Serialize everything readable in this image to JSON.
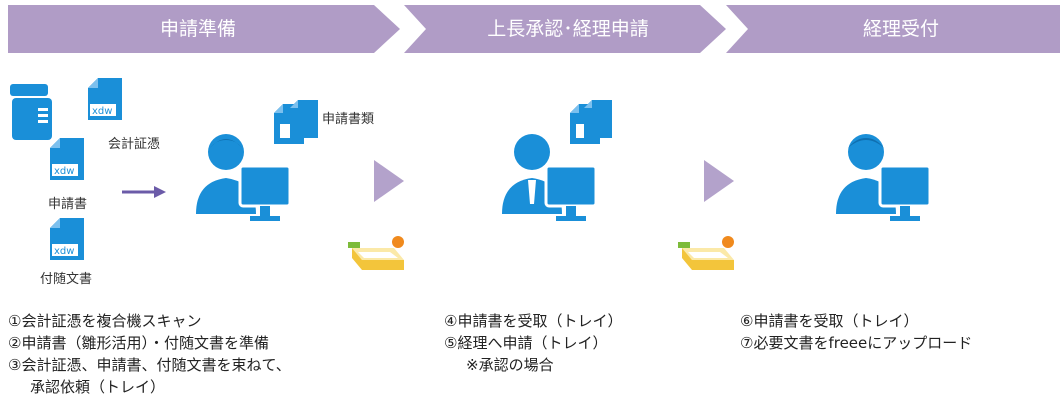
{
  "stages": [
    {
      "label": "申請準備"
    },
    {
      "label": "上長承認･経理申請"
    },
    {
      "label": "経理受付"
    }
  ],
  "labels": {
    "voucher": "会計証憑",
    "application": "申請書",
    "attachment": "付随文書",
    "documents": "申請書類"
  },
  "doc_icon_text": "xdw",
  "steps": {
    "prep": [
      "①会計証憑を複合機スキャン",
      "②申請書（雛形活用）・付随文書を準備",
      "③会計証憑、申請書、付随文書を束ねて、",
      "承認依頼（トレイ）"
    ],
    "approval": [
      "④申請書を受取（トレイ）",
      "⑤経理へ申請（トレイ）",
      "※承認の場合"
    ],
    "accounting": [
      "⑥申請書を受取（トレイ）",
      "⑦必要文書をfreeeにアップロード"
    ]
  },
  "colors": {
    "stage": "#b09cc6",
    "arrow": "#b3a2cb",
    "person": "#1a8fd8",
    "doc": "#1a8fd8",
    "tray": "#f3c53b"
  },
  "icons": [
    "printer-icon",
    "document-icon",
    "person-at-computer-icon",
    "tray-icon",
    "arrow-right-icon"
  ]
}
